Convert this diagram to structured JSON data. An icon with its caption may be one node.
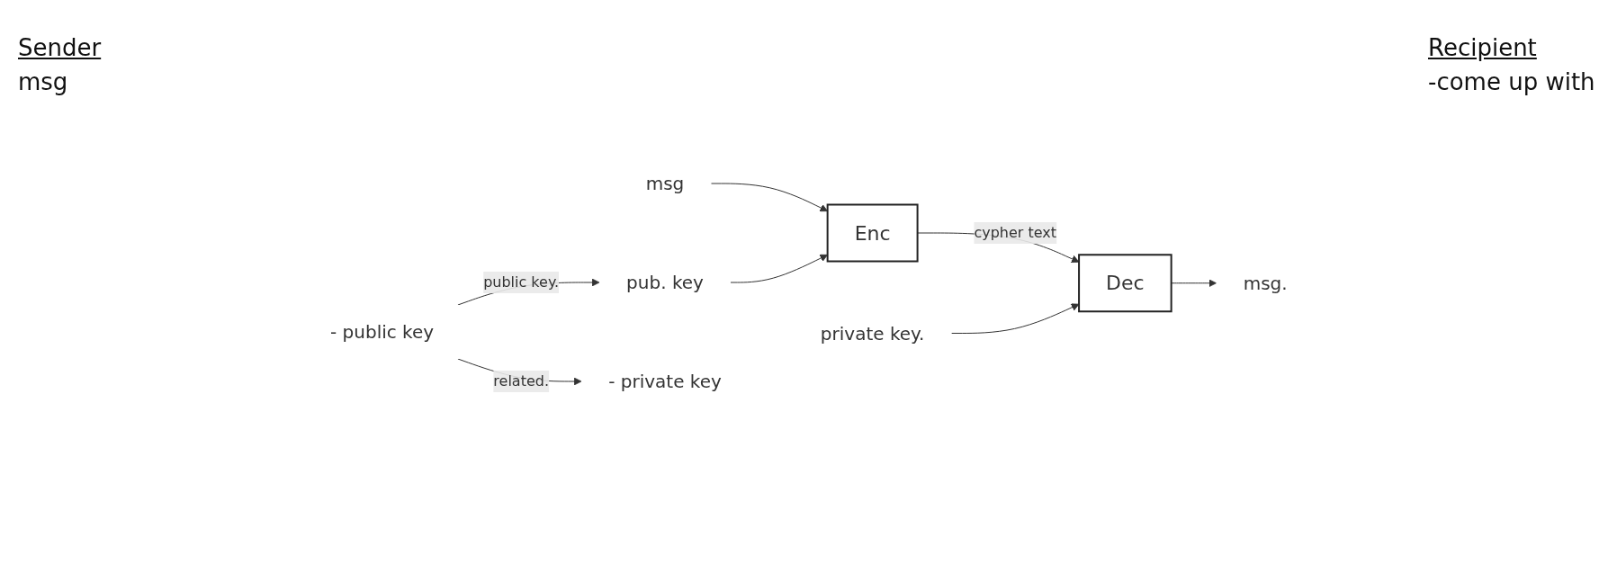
{
  "diagram": {
    "nodes": [
      {
        "text": [
          "msg"
        ]
      },
      {
        "text": [
          "Enc"
        ]
      },
      {
        "text": [
          "pub. key"
        ]
      },
      {
        "text": [
          "Dec"
        ]
      },
      {
        "text": [
          "private key."
        ]
      },
      {
        "text": [
          "msg."
        ]
      },
      {
        "text": [
          "- private key"
        ]
      },
      {
        "text": [
          "- public key"
        ]
      }
    ],
    "edges": [
      {
        "from": 0,
        "to": 1,
        "arrow": "to"
      },
      {
        "from": 2,
        "to": 1,
        "arrow": "to"
      },
      {
        "from": 1,
        "to": 3,
        "label": "cypher text",
        "arrow": "to"
      },
      {
        "from": 4,
        "to": 3,
        "arrow": "to"
      },
      {
        "from": 3,
        "to": 5,
        "arrow": "to"
      },
      {
        "from": 7,
        "to": 6,
        "label": "related.",
        "arrow": "to"
      },
      {
        "from": 7,
        "to": 2,
        "label": "public key.",
        "arrow": "to"
      }
    ],
    "labels": [
      "Sender",
      "msg",
      "Recipient",
      "-come up with"
    ]
  }
}
